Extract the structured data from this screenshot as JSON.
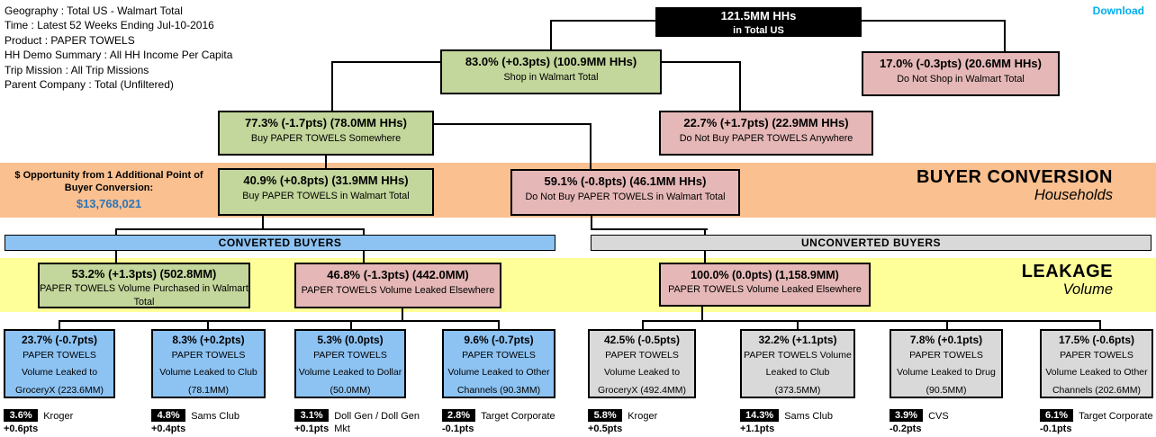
{
  "meta": {
    "filters": [
      "Geography : Total US - Walmart Total",
      "Time : Latest 52 Weeks Ending Jul-10-2016",
      "Product : PAPER TOWELS",
      "HH Demo Summary : All HH Income Per Capita",
      "Trip Mission : All Trip Missions",
      "Parent Company : Total (Unfiltered)"
    ]
  },
  "download_label": "Download",
  "root": {
    "stat": "121.5MM HHs",
    "label": "in Total US"
  },
  "nodes": {
    "shop": {
      "stat": "83.0% (+0.3pts) (100.9MM HHs)",
      "label": "Shop in Walmart Total"
    },
    "no_shop": {
      "stat": "17.0% (-0.3pts) (20.6MM HHs)",
      "label": "Do Not Shop in Walmart Total"
    },
    "buy_somewhere": {
      "stat": "77.3% (-1.7pts) (78.0MM HHs)",
      "label": "Buy PAPER TOWELS Somewhere"
    },
    "no_buy_anywhere": {
      "stat": "22.7% (+1.7pts) (22.9MM HHs)",
      "label": "Do Not Buy PAPER TOWELS Anywhere"
    },
    "buy_walmart": {
      "stat": "40.9% (+0.8pts) (31.9MM HHs)",
      "label": "Buy PAPER TOWELS in Walmart Total"
    },
    "no_buy_walmart": {
      "stat": "59.1% (-0.8pts) (46.1MM HHs)",
      "label": "Do Not Buy PAPER TOWELS in Walmart Total"
    },
    "vol_purchased": {
      "stat": "53.2% (+1.3pts) (502.8MM)",
      "label": "PAPER TOWELS Volume Purchased in Walmart Total"
    },
    "vol_leaked_conv": {
      "stat": "46.8% (-1.3pts) (442.0MM)",
      "label": "PAPER TOWELS Volume Leaked Elsewhere"
    },
    "vol_leaked_unconv": {
      "stat": "100.0% (0.0pts) (1,158.9MM)",
      "label": "PAPER TOWELS Volume Leaked Elsewhere"
    }
  },
  "opportunity": {
    "label": "$ Opportunity from 1 Additional Point of Buyer Conversion:",
    "value": "$13,768,021"
  },
  "sections": {
    "buyer_conversion": {
      "title": "BUYER CONVERSION",
      "subtitle": "Households"
    },
    "leakage": {
      "title": "LEAKAGE",
      "subtitle": "Volume"
    },
    "converted_label": "CONVERTED BUYERS",
    "unconverted_label": "UNCONVERTED BUYERS"
  },
  "leak_boxes": [
    {
      "stat": "23.7% (-0.7pts)",
      "label": "PAPER TOWELS Volume Leaked to GroceryX (223.6MM)"
    },
    {
      "stat": "8.3% (+0.2pts)",
      "label": "PAPER TOWELS Volume Leaked to Club (78.1MM)"
    },
    {
      "stat": "5.3% (0.0pts)",
      "label": "PAPER TOWELS Volume Leaked to Dollar (50.0MM)"
    },
    {
      "stat": "9.6% (-0.7pts)",
      "label": "PAPER TOWELS Volume Leaked to Other Channels (90.3MM)"
    },
    {
      "stat": "42.5% (-0.5pts)",
      "label": "PAPER TOWELS Volume Leaked to GroceryX (492.4MM)"
    },
    {
      "stat": "32.2% (+1.1pts)",
      "label": "PAPER TOWELS Volume Leaked to Club (373.5MM)"
    },
    {
      "stat": "7.8% (+0.1pts)",
      "label": "PAPER TOWELS Volume Leaked to Drug (90.5MM)"
    },
    {
      "stat": "17.5% (-0.6pts)",
      "label": "PAPER TOWELS Volume Leaked to Other Channels (202.6MM)"
    }
  ],
  "retailers": [
    {
      "share": "3.6%",
      "name": "Kroger",
      "change": "+0.6pts"
    },
    {
      "share": "4.8%",
      "name": "Sams Club",
      "change": "+0.4pts"
    },
    {
      "share": "3.1%",
      "name": "Doll Gen / Doll Gen Mkt",
      "change": "+0.1pts"
    },
    {
      "share": "2.8%",
      "name": "Target Corporate",
      "change": "-0.1pts"
    },
    {
      "share": "5.8%",
      "name": "Kroger",
      "change": "+0.5pts"
    },
    {
      "share": "14.3%",
      "name": "Sams Club",
      "change": "+1.1pts"
    },
    {
      "share": "3.9%",
      "name": "CVS",
      "change": "-0.2pts"
    },
    {
      "share": "6.1%",
      "name": "Target Corporate",
      "change": "-0.1pts"
    }
  ],
  "colors": {
    "positive_node": "#C3D69B",
    "negative_node": "#E5B8B7",
    "converted": "#8DC3F3",
    "unconverted": "#D9D9D9",
    "buyer_conversion_band": "#FAC090",
    "leakage_band": "#FFFF99",
    "download_link": "#00AEEF",
    "opportunity_value": "#2E75B6",
    "root_box": "#000000"
  }
}
